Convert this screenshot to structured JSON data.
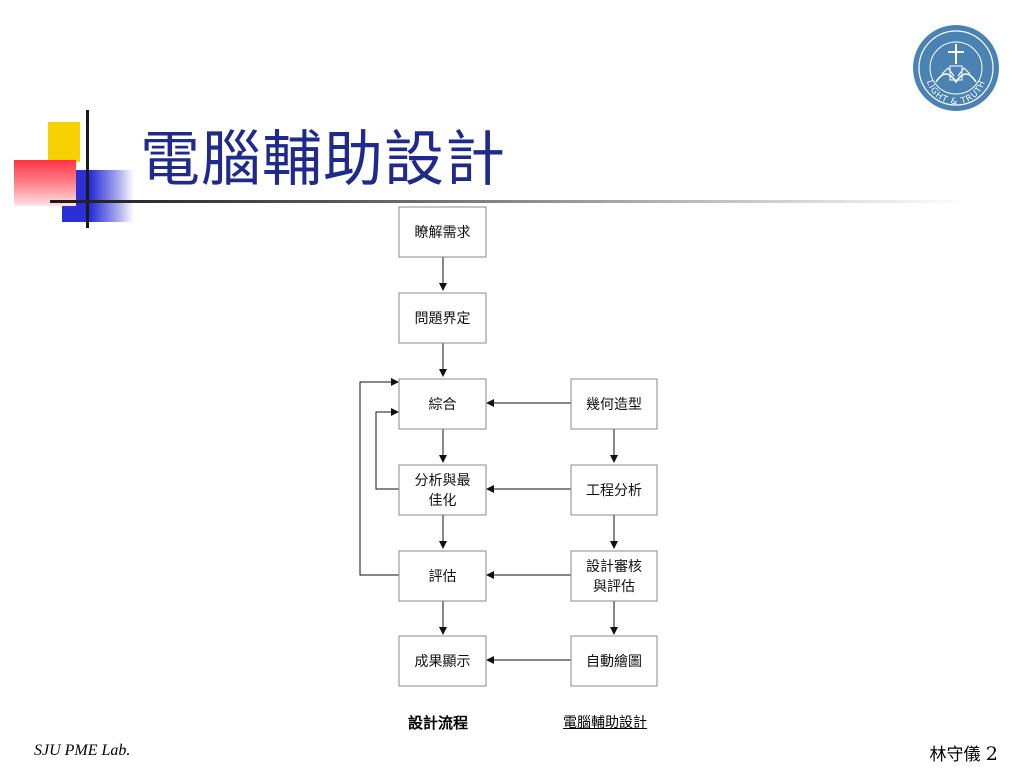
{
  "slide": {
    "title": "電腦輔助設計",
    "footer_left": "SJU PME Lab.",
    "footer_author": "林守儀",
    "page_number": "2"
  },
  "diagram": {
    "caption_left": "設計流程",
    "caption_right": "電腦輔助設計",
    "left_column": [
      "瞭解需求",
      "問題界定",
      "綜合",
      [
        "分析與最",
        "佳化"
      ],
      "評估",
      "成果顯示"
    ],
    "right_column": [
      "幾何造型",
      "工程分析",
      [
        "設計審核",
        "與評估"
      ],
      "自動繪圖"
    ]
  },
  "logo": {
    "motto": "LIGHT & TRUTH"
  },
  "colors": {
    "title": "#1f2a8c",
    "logo": "#4a82b4",
    "box_border": "#888888"
  }
}
